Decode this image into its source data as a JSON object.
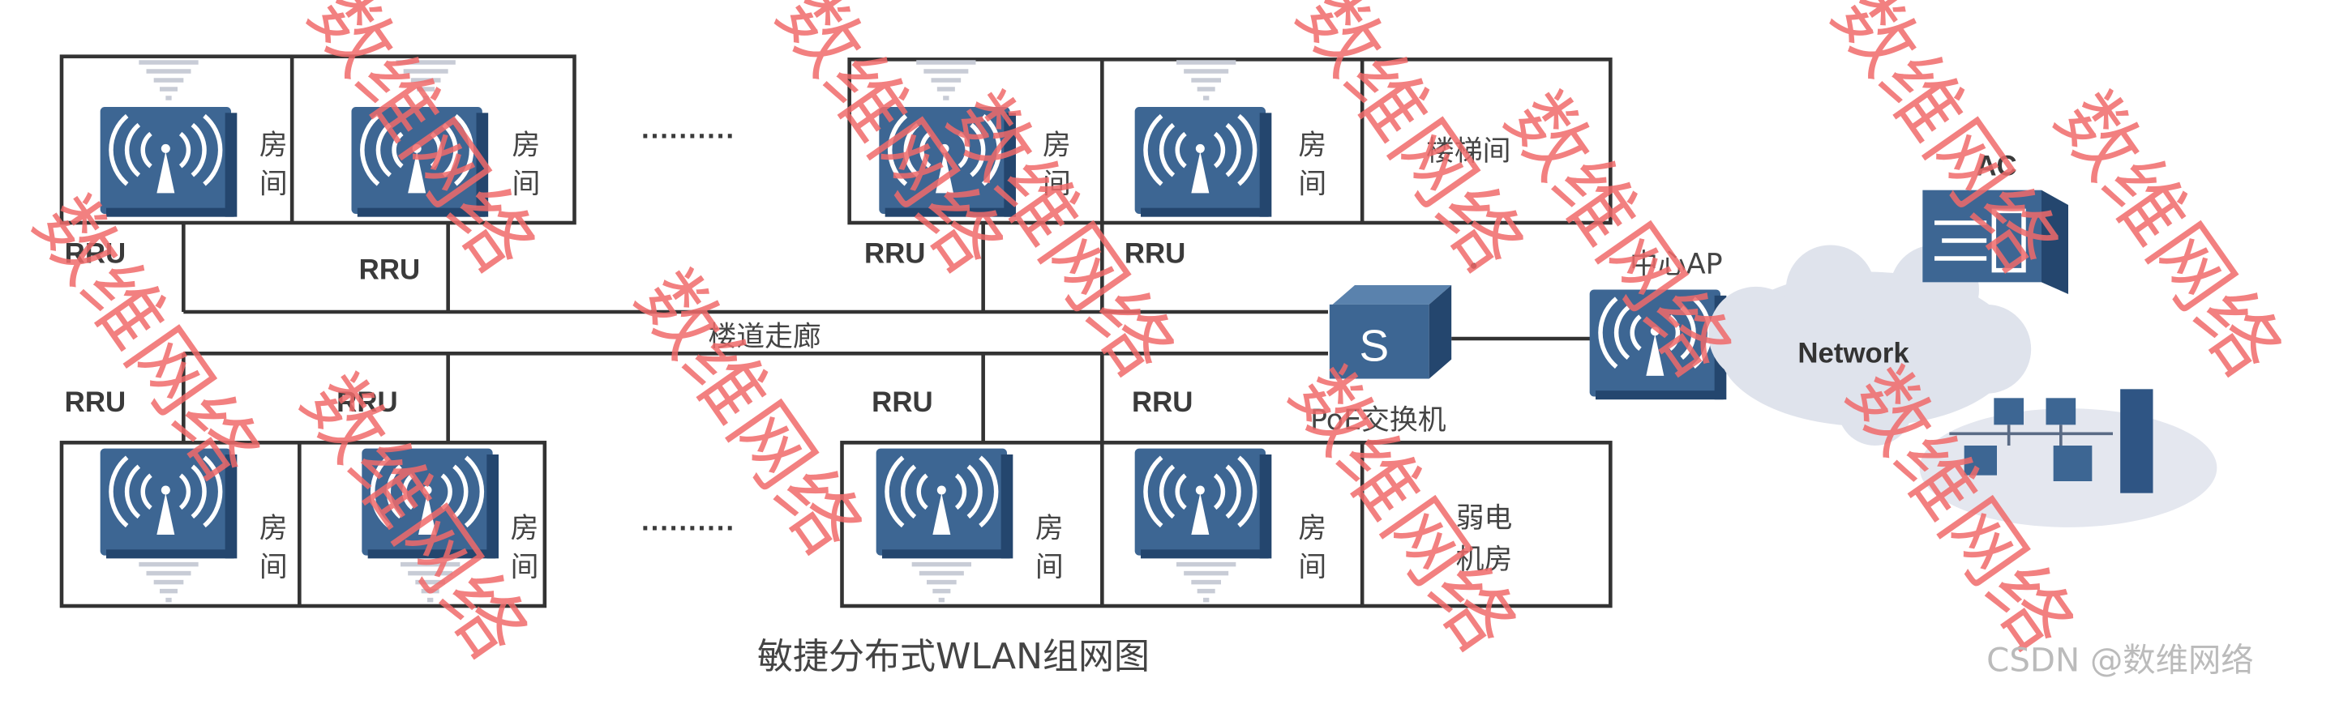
{
  "diagram": {
    "caption": "敏捷分布式WLAN组网图",
    "rru_label": "RRU",
    "room_label_line1": "房",
    "room_label_line2": "间",
    "corridor_label": "楼道走廊",
    "stairwell_label": "楼梯间",
    "equipment_room_line1": "弱电",
    "equipment_room_line2": "机房",
    "switch_label": "PoE交换机",
    "switch_glyph": "S",
    "central_ap_label": "中心AP",
    "network_label": "Network",
    "ac_label": "AC",
    "ellipsis": "··········"
  },
  "watermarks": {
    "repeated_text": "数维网络",
    "csdn_credit": "CSDN @数维网络"
  },
  "colors": {
    "device_blue": "#3d6693",
    "device_dark": "#24466e",
    "watermark_red": "#f06a6a",
    "line": "#333333"
  }
}
